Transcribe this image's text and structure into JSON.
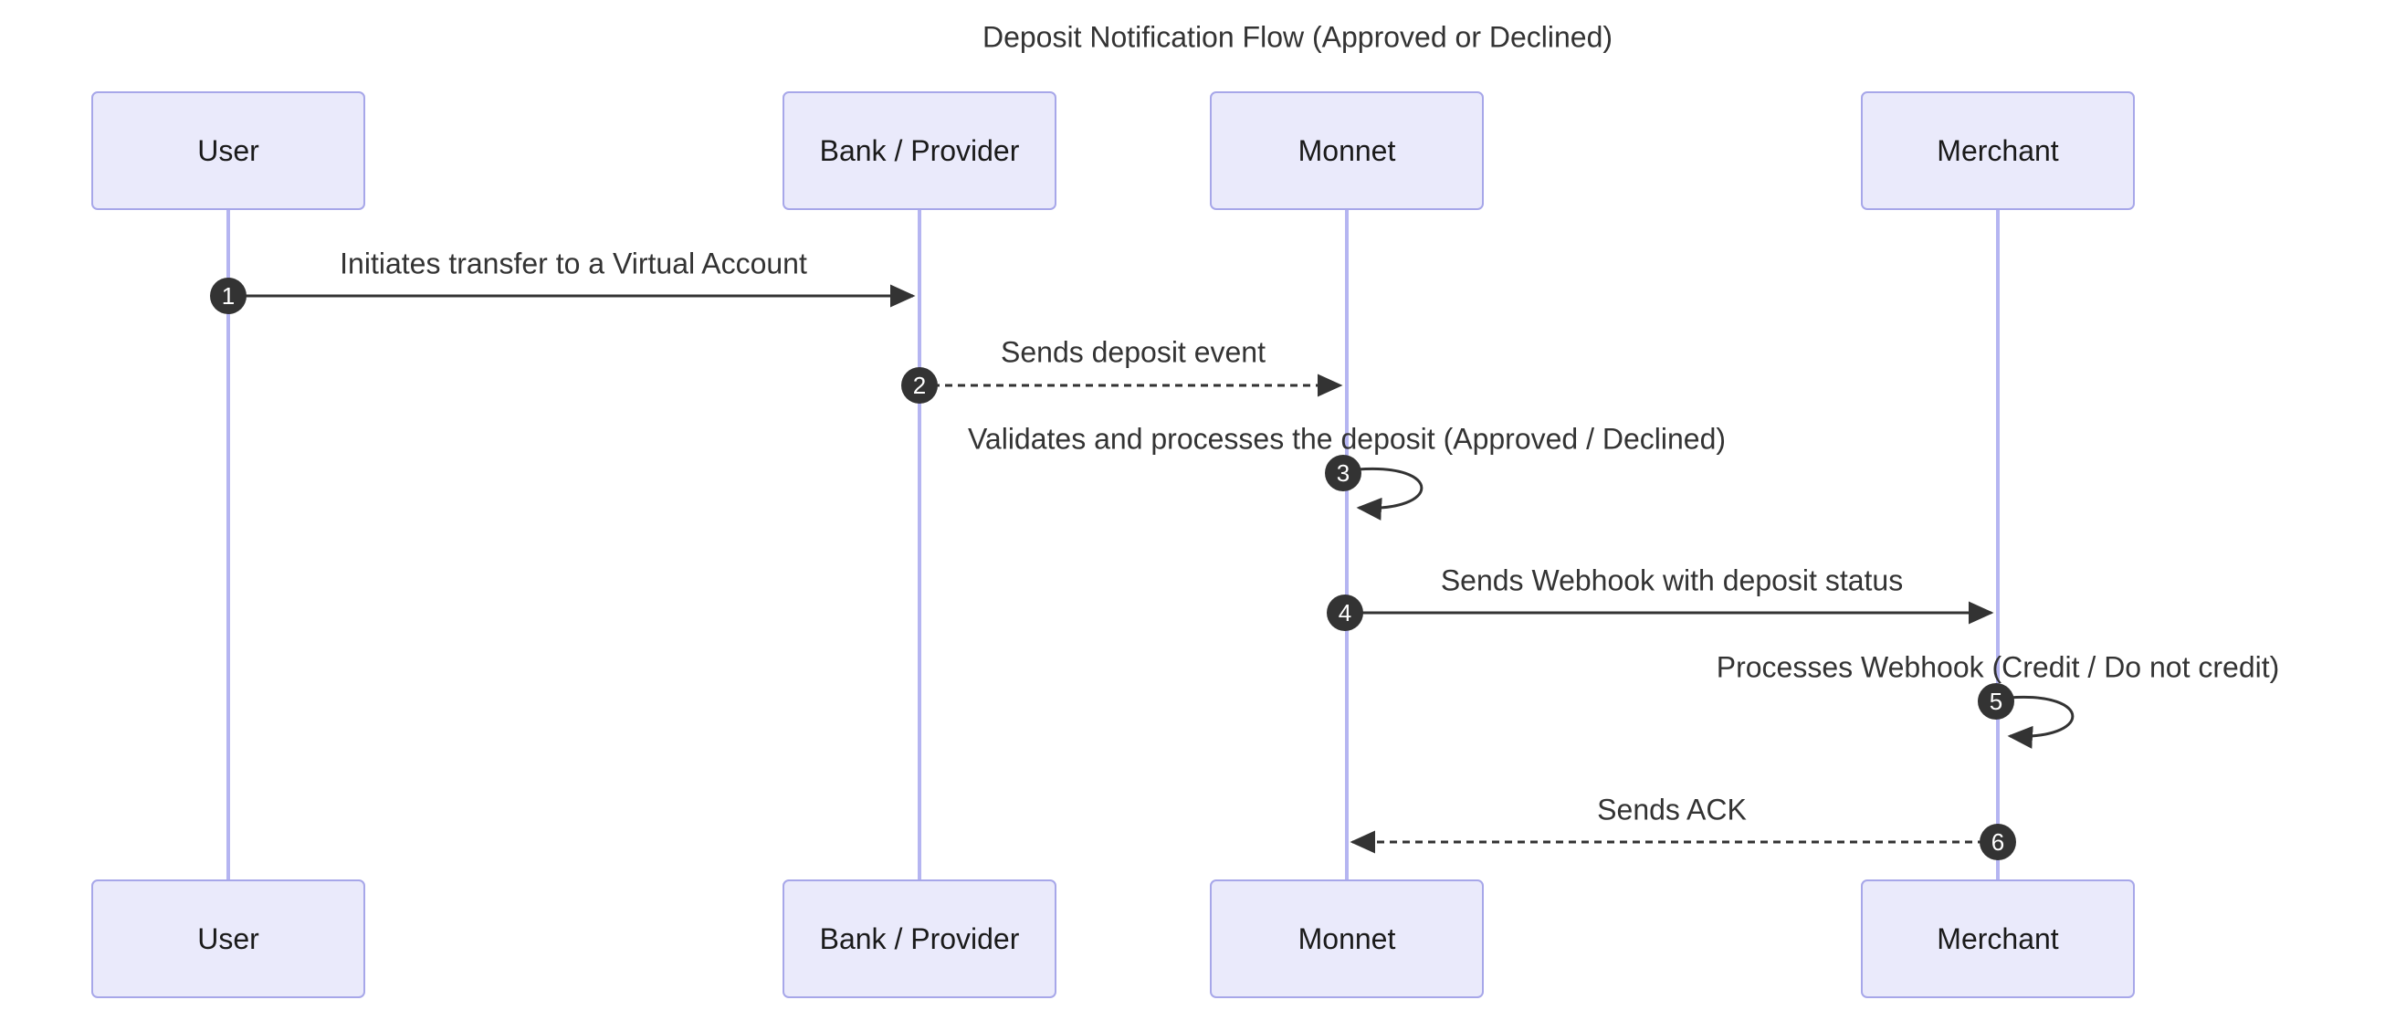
{
  "title": "Deposit Notification Flow (Approved or Declined)",
  "diagram_type": "sequence-diagram",
  "actors": [
    {
      "label": "User"
    },
    {
      "label": "Bank / Provider"
    },
    {
      "label": "Monnet"
    },
    {
      "label": "Merchant"
    }
  ],
  "messages": [
    {
      "num": "1",
      "label": "Initiates transfer to a Virtual Account",
      "from": "User",
      "to": "Bank / Provider",
      "line_style": "solid"
    },
    {
      "num": "2",
      "label": "Sends deposit event",
      "from": "Bank / Provider",
      "to": "Monnet",
      "line_style": "dashed"
    },
    {
      "num": "3",
      "label": "Validates and processes the deposit (Approved / Declined)",
      "from": "Monnet",
      "to": "Monnet",
      "line_style": "self-loop"
    },
    {
      "num": "4",
      "label": "Sends Webhook with deposit status",
      "from": "Monnet",
      "to": "Merchant",
      "line_style": "solid"
    },
    {
      "num": "5",
      "label": "Processes Webhook (Credit / Do not credit)",
      "from": "Merchant",
      "to": "Merchant",
      "line_style": "self-loop"
    },
    {
      "num": "6",
      "label": "Sends ACK",
      "from": "Merchant",
      "to": "Monnet",
      "line_style": "dashed"
    }
  ],
  "colors": {
    "actor_fill": "#EAEAFB",
    "actor_border": "#A7A7E9",
    "lifeline": "#B5B5F1",
    "arrow_and_text": "#333333",
    "number_badge_fill": "#333333",
    "number_badge_text": "#FFFFFF",
    "background": "#FFFFFF"
  }
}
